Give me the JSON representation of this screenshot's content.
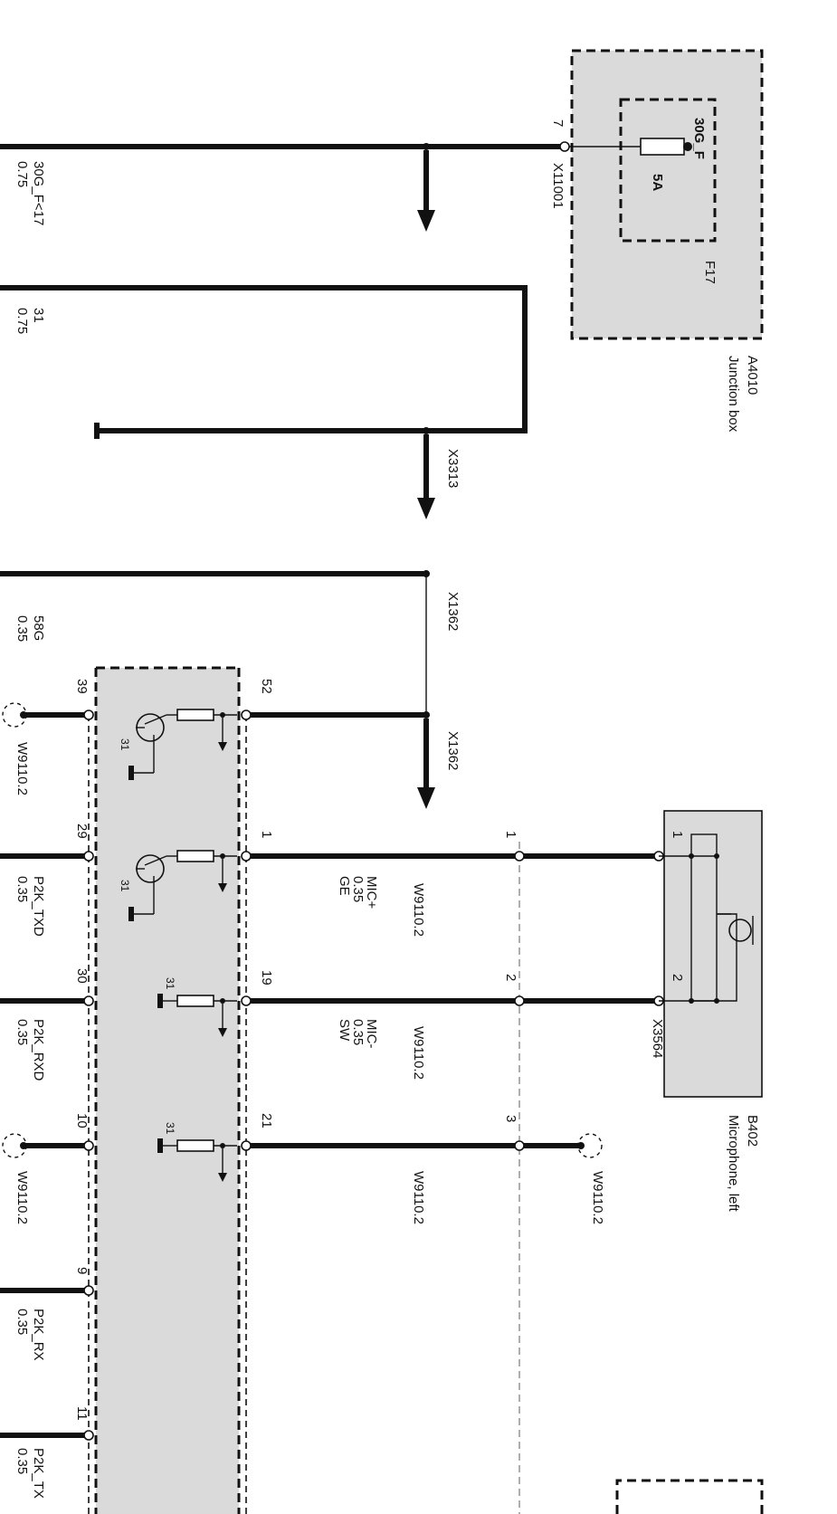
{
  "junction_box": {
    "id": "A4010",
    "name": "Junction box",
    "fuse": "F17",
    "fuse_rating": "5A",
    "fuse_terminal": "30G_F",
    "pin": "7",
    "connector": "X11001"
  },
  "microphone": {
    "id": "B402",
    "name": "Microphone, left",
    "connector": "X3564",
    "pins": [
      "1",
      "2"
    ]
  },
  "wires": {
    "w1": {
      "signal": "30G_F<17",
      "size": "0.75"
    },
    "w2": {
      "signal": "31",
      "size": "0.75"
    },
    "w3": {
      "signal": "58G",
      "size": "0.35"
    },
    "w4": {
      "signal": "P2K_TXD",
      "size": "0.35"
    },
    "w5": {
      "signal": "P2K_RXD",
      "size": "0.35"
    },
    "w6": {
      "signal": "P2K_RX",
      "size": "0.35"
    },
    "w7": {
      "signal": "P2K_TX",
      "size": "0.35"
    },
    "mic_plus": {
      "signal": "MIC+",
      "size": "0.35",
      "color": "GE"
    },
    "mic_minus": {
      "signal": "MIC-",
      "size": "0.35",
      "color": "SW"
    }
  },
  "connectors": {
    "x3313": "X3313",
    "x1362": "X1362"
  },
  "splice": "W9110.2",
  "module_pins_top": [
    "52",
    "1",
    "19",
    "21"
  ],
  "module_pins_bottom": [
    "39",
    "29",
    "30",
    "10",
    "9",
    "11"
  ],
  "mid_pins": [
    "1",
    "2",
    "3"
  ],
  "ground": "31"
}
